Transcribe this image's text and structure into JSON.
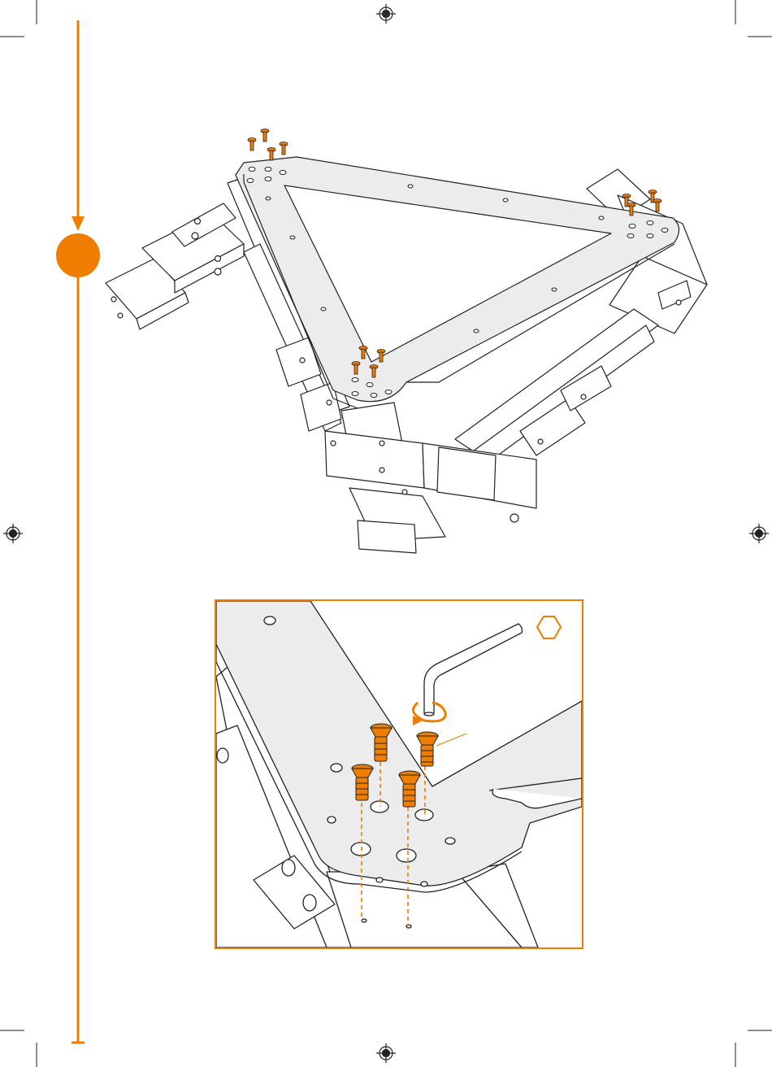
{
  "page": {
    "background": "#ffffff",
    "accent_color": "#ef7d00",
    "line_color": "#222222"
  },
  "step": {
    "indicator": "orange-step-circle",
    "label": ""
  },
  "assembly": {
    "fastener_color": "#ef7d00",
    "screw_count_main": 12,
    "screw_count_detail": 4
  },
  "detail": {
    "tool_icon": "hex-key-icon",
    "rotation_icon": "rotation-arrow-icon"
  },
  "print_marks": {
    "registration_icon": "registration-mark-icon",
    "crop_icon": "crop-mark-icon"
  }
}
